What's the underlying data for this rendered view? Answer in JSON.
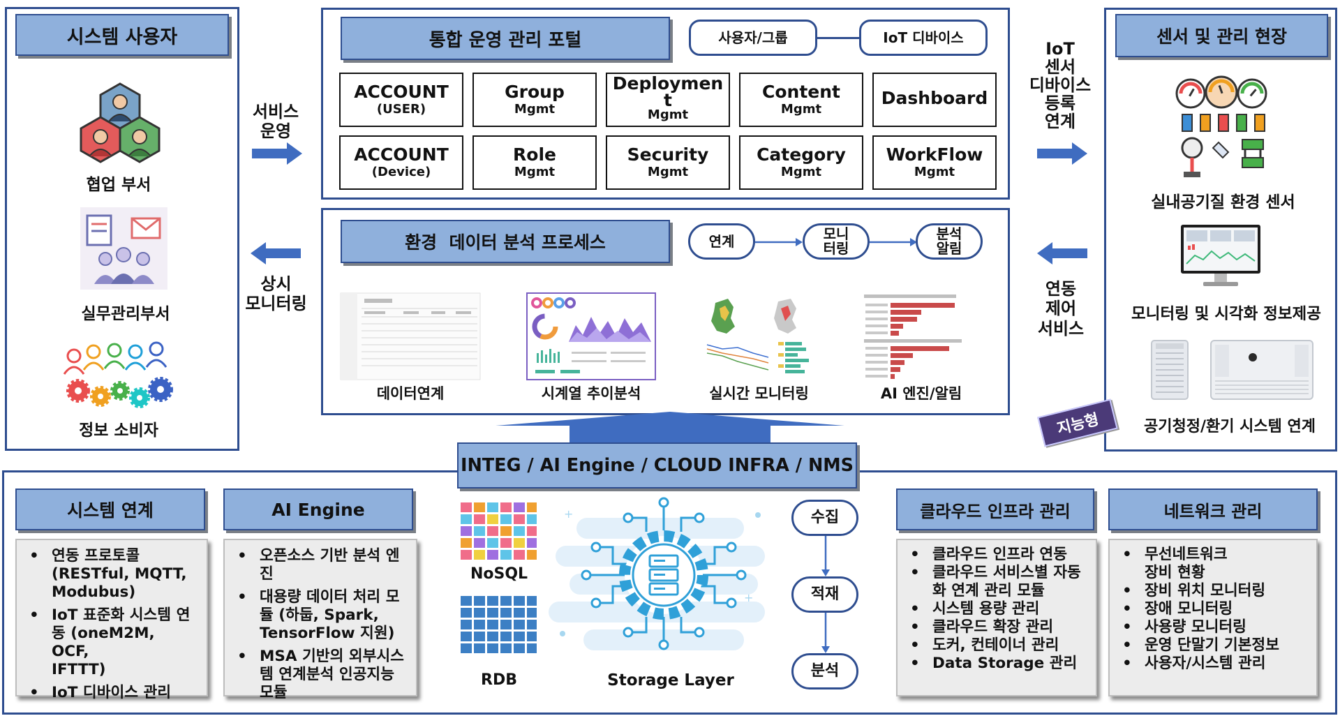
{
  "users": {
    "title": "시스템 사용자",
    "items": [
      {
        "label": "협업 부서"
      },
      {
        "label": "실무관리부서"
      },
      {
        "label": "정보 소비자"
      }
    ]
  },
  "flows": {
    "service": "서비스\n운영",
    "monitor": "상시\n모니터링",
    "iot": "IoT\n센서\n디바이스\n등록\n연계",
    "control": "연동\n제어\n서비스"
  },
  "portal": {
    "title": "통합 운영 관리 포털",
    "tags": [
      "사용자/그룹",
      "IoT 디바이스"
    ],
    "modules": [
      {
        "name": "ACCOUNT",
        "sub": "(USER)"
      },
      {
        "name": "Group",
        "sub": "Mgmt"
      },
      {
        "name": "Deploymen\nt",
        "sub": "Mgmt"
      },
      {
        "name": "Content",
        "sub": "Mgmt"
      },
      {
        "name": "Dashboard",
        "sub": ""
      },
      {
        "name": "ACCOUNT",
        "sub": "(Device)"
      },
      {
        "name": "Role",
        "sub": "Mgmt"
      },
      {
        "name": "Security",
        "sub": "Mgmt"
      },
      {
        "name": "Category",
        "sub": "Mgmt"
      },
      {
        "name": "WorkFlow",
        "sub": "Mgmt"
      }
    ]
  },
  "analysis": {
    "title": "환경  데이터 분석 프로세스",
    "steps": [
      "연계",
      "모니\n터링",
      "분석\n알림"
    ],
    "panels": [
      {
        "label": "데이터연계"
      },
      {
        "label": "시계열 추이분석"
      },
      {
        "label": "실시간 모니터링"
      },
      {
        "label": "AI 엔진/알림"
      }
    ]
  },
  "field": {
    "title": "센서 및 관리 현장",
    "items": [
      {
        "label": "실내공기질 환경 센서"
      },
      {
        "label": "모니터링 및 시각화 정보제공"
      },
      {
        "label": "공기청정/환기 시스템 연계"
      }
    ],
    "stamp": "지능형"
  },
  "infra": {
    "banner": "INTEG / AI Engine / CLOUD INFRA / NMS",
    "system_link": {
      "title": "시스템 연계",
      "items": [
        "연동 프로토콜\n(RESTful, MQTT,\nModubus)",
        "IoT 표준화 시스템 연\n동 (oneM2M, OCF,\nIFTTT)",
        "IoT 디바이스 관리"
      ]
    },
    "ai_engine": {
      "title": "AI Engine",
      "items": [
        "오픈소스 기반 분석 엔\n진",
        "대용량 데이터 처리 모\n듈 (하둡, Spark,\nTensorFlow 지원)",
        "MSA 기반의 외부시스\n템 연계분석 인공지능\n모듈"
      ]
    },
    "storage": {
      "nosql": "NoSQL",
      "rdb": "RDB",
      "layer": "Storage Layer"
    },
    "pipeline": [
      "수집",
      "적재",
      "분석"
    ],
    "cloud": {
      "title": "클라우드 인프라 관리",
      "items": [
        "클라우드 인프라 연동",
        "클라우드 서비스별 자동\n화 연계 관리 모듈",
        "시스템 용량 관리",
        "클라우드 확장 관리",
        "도커, 컨테이너 관리",
        "Data Storage 관리"
      ]
    },
    "network": {
      "title": "네트워크 관리",
      "items": [
        "무선네트워크\n 장비 현황",
        "장비 위치 모니터링",
        "장애 모니터링",
        "사용량 모니터링",
        "운영 단말기 기본정보",
        "사용자/시스템 관리"
      ]
    }
  },
  "colors": {
    "frame": "#2e4d8f",
    "header": "#8fb0dc",
    "arrow": "#3f6cc0"
  }
}
